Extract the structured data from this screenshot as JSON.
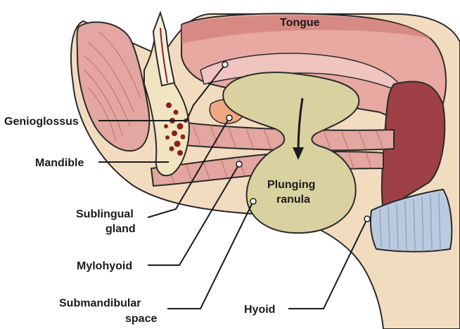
{
  "labels": {
    "tongue": "Tongue",
    "genioglossus": "Genioglossus",
    "mandible": "Mandible",
    "sublingual_line1": "Sublingual",
    "sublingual_line2": "gland",
    "mylohyoid": "Mylohyoid",
    "submandibular_line1": "Submandibular",
    "submandibular_line2": "space",
    "hyoid": "Hyoid",
    "ranula_line1": "Plunging",
    "ranula_line2": "ranula"
  },
  "colors": {
    "outline": "#2a2a2a",
    "skin": "#f2dcc0",
    "tongue": "#e8a9a2",
    "tongue_dark": "#c9716b",
    "muscle_dark": "#9e4046",
    "mylohyoid": "#e3a6a0",
    "bone": "#f1e4c0",
    "marrow": "#8e1d24",
    "ranula": "#d9d2a0",
    "sublingual": "#efa882",
    "hyoid": "#b9cbe0",
    "hyoid_ring": "#9aa6b6"
  },
  "icons": {
    "arrow": "down-arrow-icon"
  }
}
